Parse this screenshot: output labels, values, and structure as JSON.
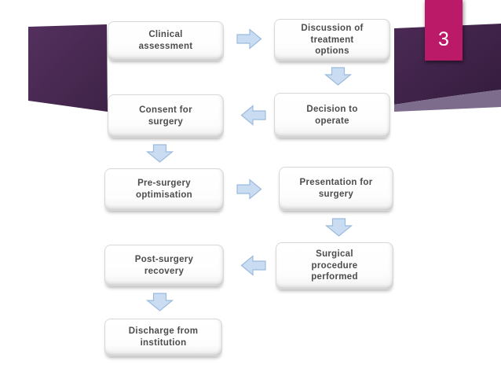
{
  "slide": {
    "page_number": "3",
    "colors": {
      "accent_purple_dark": "#3b2143",
      "accent_purple_mid": "#54305e",
      "accent_purple_light_band": "#7e6c8d",
      "page_tab_pink": "#bb1a69",
      "arrow_fill": "#c9dcf2",
      "arrow_stroke": "#9bbade",
      "node_text": "#4c4c4c",
      "node_border": "#d8d8d8"
    },
    "decoration_shapes": [
      "left-purple-accent-panel",
      "right-purple-ribbon",
      "right-purple-ribbon-highlight",
      "pink-page-number-tab"
    ]
  },
  "flowchart": {
    "type": "process-flow",
    "nodes": [
      {
        "id": "clinical-assessment",
        "label": "Clinical\nassessment"
      },
      {
        "id": "discussion-options",
        "label": "Discussion of\ntreatment\noptions"
      },
      {
        "id": "consent-surgery",
        "label": "Consent for\nsurgery"
      },
      {
        "id": "decision-operate",
        "label": "Decision to\noperate"
      },
      {
        "id": "pre-surgery",
        "label": "Pre-surgery\noptimisation"
      },
      {
        "id": "presentation-surgery",
        "label": "Presentation for\nsurgery"
      },
      {
        "id": "post-surgery",
        "label": "Post-surgery\nrecovery"
      },
      {
        "id": "surgical-procedure",
        "label": "Surgical\nprocedure\nperformed"
      },
      {
        "id": "discharge",
        "label": "Discharge from\ninstitution"
      }
    ],
    "connectors": [
      {
        "from": "clinical-assessment",
        "to": "discussion-options",
        "direction": "right"
      },
      {
        "from": "discussion-options",
        "to": "decision-operate",
        "direction": "down"
      },
      {
        "from": "decision-operate",
        "to": "consent-surgery",
        "direction": "left"
      },
      {
        "from": "consent-surgery",
        "to": "pre-surgery",
        "direction": "down"
      },
      {
        "from": "pre-surgery",
        "to": "presentation-surgery",
        "direction": "right"
      },
      {
        "from": "presentation-surgery",
        "to": "surgical-procedure",
        "direction": "down"
      },
      {
        "from": "surgical-procedure",
        "to": "post-surgery",
        "direction": "left"
      },
      {
        "from": "post-surgery",
        "to": "discharge",
        "direction": "down"
      }
    ]
  }
}
